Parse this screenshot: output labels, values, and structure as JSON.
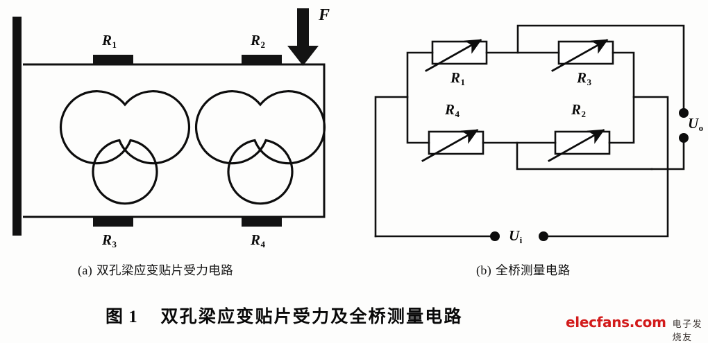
{
  "figure": {
    "caption_number": "图 1",
    "caption_text": "双孔梁应变贴片受力及全桥测量电路",
    "caption_full": "图 1  双孔梁应变贴片受力及全桥测量电路"
  },
  "panel_a": {
    "subcaption": "(a) 双孔梁应变贴片受力电路",
    "subcaption_marker": "(a)",
    "subcaption_label": "双孔梁应变贴片受力电路",
    "force_label": "F",
    "gauges": [
      {
        "id": "R1",
        "letter": "R",
        "sub": "1",
        "position": "top-left"
      },
      {
        "id": "R2",
        "letter": "R",
        "sub": "2",
        "position": "top-right"
      },
      {
        "id": "R3",
        "letter": "R",
        "sub": "3",
        "position": "bottom-left"
      },
      {
        "id": "R4",
        "letter": "R",
        "sub": "4",
        "position": "bottom-right"
      }
    ],
    "elements": {
      "fixed_wall": "fixed-support-wall",
      "beam": "double-hole-beam",
      "holes": 2,
      "hole_shape": "figure-eight"
    }
  },
  "panel_b": {
    "subcaption": "(b) 全桥测量电路",
    "subcaption_marker": "(b)",
    "subcaption_label": "全桥测量电路",
    "resistors": [
      {
        "id": "R1",
        "letter": "R",
        "sub": "1",
        "position": "top-left",
        "type": "variable"
      },
      {
        "id": "R4",
        "letter": "R",
        "sub": "4",
        "position": "bottom-left",
        "type": "variable"
      },
      {
        "id": "R3",
        "letter": "R",
        "sub": "3",
        "position": "top-right",
        "type": "variable"
      },
      {
        "id": "R2",
        "letter": "R",
        "sub": "2",
        "position": "bottom-right",
        "type": "variable"
      }
    ],
    "terminals": [
      {
        "id": "Uo",
        "letter": "U",
        "sub": "o",
        "role": "output",
        "orientation": "vertical"
      },
      {
        "id": "Ui",
        "letter": "U",
        "sub": "i",
        "role": "input",
        "orientation": "horizontal"
      }
    ]
  },
  "watermark": {
    "site": "elecfans.com",
    "cn": "电子发烧友"
  },
  "colors": {
    "ink": "#0b0b0b",
    "paper": "#fdfdfc",
    "watermark_red": "#d21a1a"
  }
}
